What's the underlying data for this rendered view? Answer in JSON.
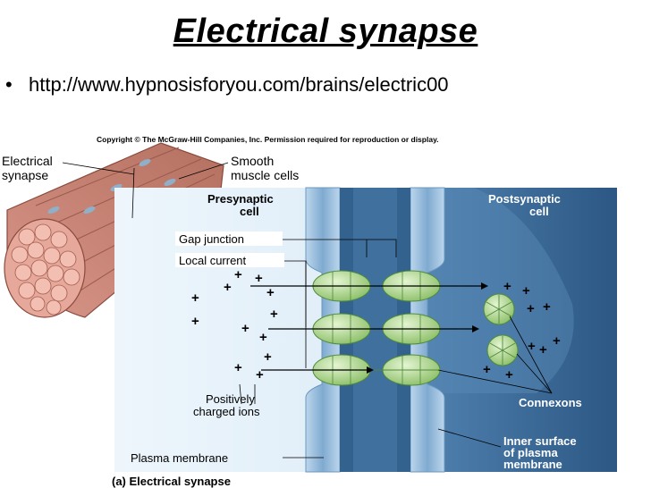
{
  "slide": {
    "title": "Electrical synapse",
    "bullet": "http://www.hypnosisforyou.com/brains/electric00"
  },
  "figure": {
    "copyright": "Copyright © The McGraw-Hill Companies, Inc. Permission required for reproduction or display.",
    "labels": {
      "electrical_synapse_1": "Electrical",
      "electrical_synapse_2": "synapse",
      "smooth_muscle_1": "Smooth",
      "smooth_muscle_2": "muscle cells",
      "presynaptic_1": "Presynaptic",
      "presynaptic_2": "cell",
      "postsynaptic_1": "Postsynaptic",
      "postsynaptic_2": "cell",
      "gap_junction": "Gap junction",
      "local_current": "Local current",
      "positively_charged_1": "Positively",
      "positively_charged_2": "charged ions",
      "connexons": "Connexons",
      "inner_surface_1": "Inner surface",
      "inner_surface_2": "of plasma",
      "inner_surface_3": "membrane",
      "plasma_membrane": "Plasma membrane",
      "caption": "(a) Electrical synapse"
    },
    "colors": {
      "pre_bg": "#d9ecf8",
      "post_bg": "#3a6a9a",
      "membrane": "#2f5e8e",
      "membrane_edge": "#a9c8e4",
      "gap": "#c8dff2",
      "connexon": "#9cc97a",
      "connexon_dark": "#4f8a3a",
      "muscle": "#c98a7a",
      "muscle_dark": "#9a5a4c"
    }
  }
}
